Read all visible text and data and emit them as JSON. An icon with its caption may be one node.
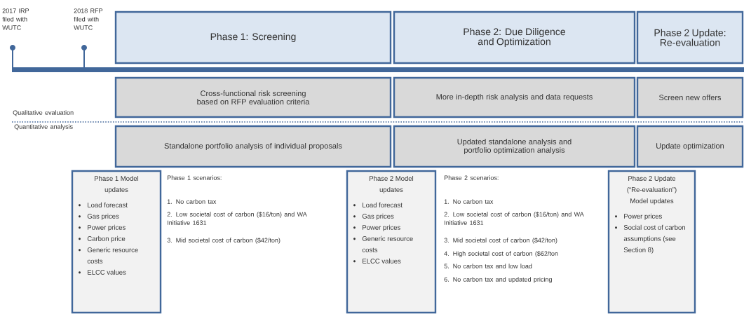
{
  "diagram": {
    "nodes": [
      {
        "text": [
          "Phase 1: Screening"
        ]
      },
      {
        "text": [
          "Phase 2: Due Diligence and Optimization"
        ]
      },
      {
        "text": [
          "Phase 2 Update: Re-evaluation"
        ]
      },
      {
        "text": [
          "Cross-functional risk screening based on RFP evaluation criteria"
        ]
      },
      {
        "text": [
          "More in-depth risk analysis and data requests"
        ]
      },
      {
        "text": [
          "Screen new offers"
        ]
      },
      {
        "text": [
          "Standalone portfolio analysis of individual proposals"
        ]
      },
      {
        "text": [
          "Updated standalone analysis and portfolio optimization analysis"
        ]
      },
      {
        "text": [
          "Update optimization"
        ]
      },
      {
        "text": [
          "Phase 1 Model updates",
          "Load forecast",
          "Gas prices",
          "Power prices",
          "Carbon price",
          "Generic resource costs",
          "ELCC values"
        ]
      },
      {
        "text": [
          "Phase 2 Model updates",
          "Load forecast",
          "Gas prices",
          "Power prices",
          "Generic resource costs",
          "ELCC values"
        ]
      },
      {
        "text": [
          "Phase 2 Update (“Re-evaluation”) Model updates",
          "Power prices",
          "Social cost of carbon assumptions (see Section 8)"
        ]
      }
    ],
    "labels": [
      "2017 IRP filed with WUTC",
      "2018 RFP filed with WUTC",
      "Qualitative evaluation",
      "Quantitative analysis",
      "Phase 1 scenarios:",
      "1. No carbon tax",
      "2. Low societal cost of carbon ($16/ton) and WA Initiative 1631",
      "3. Mid societal cost of carbon ($42/ton)",
      "Phase 2 scenarios:",
      "1. No carbon tax",
      "2. Low societal cost of carbon ($16/ton) and WA Initiative 1631",
      "3. Mid societal cost of carbon ($42/ton)",
      "4. High societal cost of carbon ($62/ton",
      "5. No carbon tax and low load",
      "6. No carbon tax and updated pricing"
    ]
  }
}
